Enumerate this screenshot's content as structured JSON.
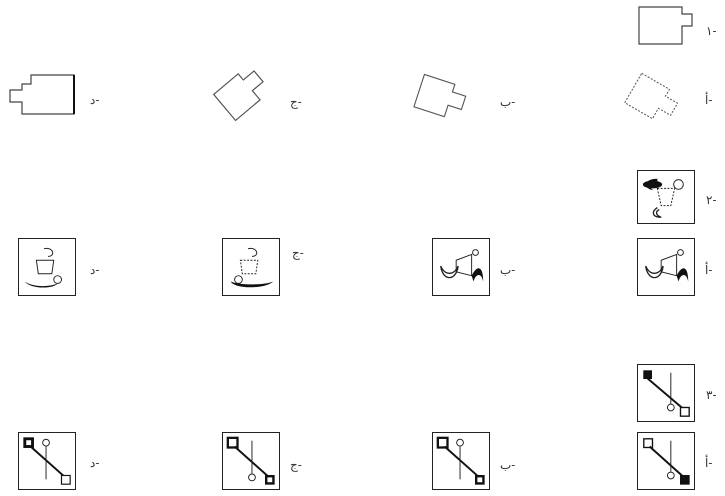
{
  "questions": [
    {
      "number_label": "-١",
      "options": {
        "a": "-أ",
        "b": "-ب",
        "c": "-ج",
        "d": "-د"
      }
    },
    {
      "number_label": "-٢",
      "options": {
        "a": "-أ",
        "b": "-ب",
        "c": "-ج",
        "d": "-د"
      }
    },
    {
      "number_label": "-٣",
      "options": {
        "a": "-أ",
        "b": "-ب",
        "c": "-ج",
        "d": "-د"
      }
    }
  ]
}
